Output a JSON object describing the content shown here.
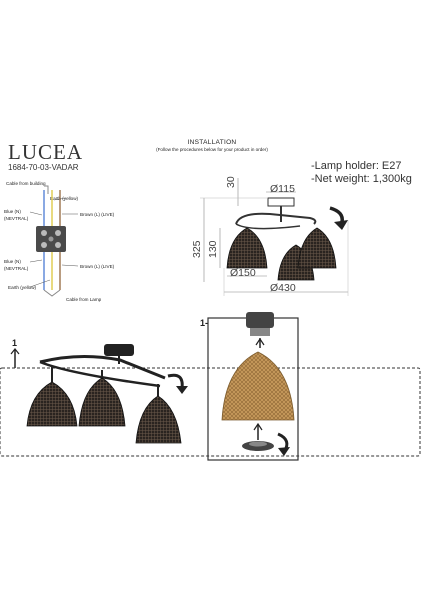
{
  "header": {
    "brand": "LUCEA",
    "product_code": "1684-70-03-VADAR",
    "installation_title": "INSTALLATION",
    "installation_subtitle": "(Follow the procedures below for your product in order)"
  },
  "specs": {
    "lamp_holder": "-Lamp holder: E27",
    "net_weight": "-Net weight: 1,300kg"
  },
  "wiring": {
    "cable_from_building": "Cable from building",
    "earth_top": "Earth (yellow)",
    "blue_top_1": "Blue (N)",
    "blue_top_2": "(NEVTRAL)",
    "brown_top": "Brown (L) (LIVE)",
    "blue_bottom_1": "Blue (N)",
    "blue_bottom_2": "(NEVTRAL)",
    "brown_bottom": "Brown (L) (LIVE)",
    "earth_bottom": "Earth (yellow)",
    "cable_from_lamp": "Cable from Lamp"
  },
  "dimensions": {
    "height_top": "30",
    "canopy_diameter": "Ø115",
    "total_height": "325",
    "shade_height": "130",
    "shade_diameter": "Ø150",
    "total_width": "Ø430"
  },
  "steps": {
    "step_1_left": "1",
    "step_1_right": "1-"
  },
  "colors": {
    "line": "#333333",
    "wire_blue": "#3b6fd0",
    "wire_brown": "#8a5a2b",
    "wire_earth": "#d9c02a",
    "shade_dark": "#2a2420",
    "shade_light": "#c79a5c"
  }
}
